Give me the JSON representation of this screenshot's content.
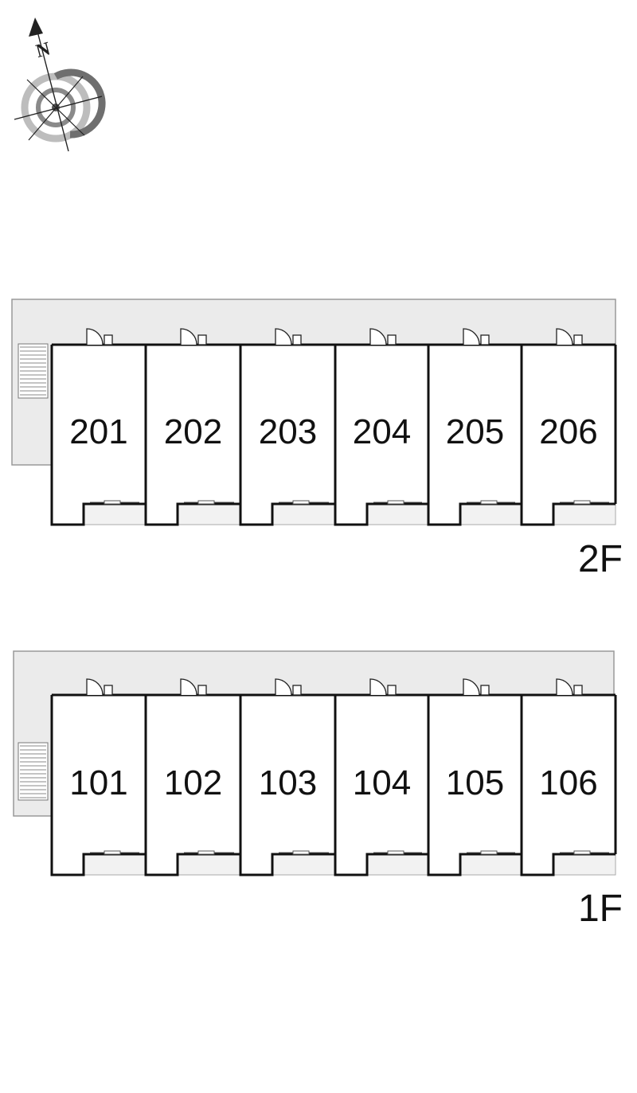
{
  "compass": {
    "north_label": "N",
    "icon": "compass-rose-icon"
  },
  "floors": [
    {
      "label": "2F",
      "units": [
        "201",
        "202",
        "203",
        "204",
        "205",
        "206"
      ]
    },
    {
      "label": "1F",
      "units": [
        "101",
        "102",
        "103",
        "104",
        "105",
        "106"
      ]
    }
  ],
  "colors": {
    "corridor_fill": "#ebebeb",
    "corridor_stroke": "#999999",
    "wall": "#111111",
    "compass_ring_dark": "#6f6f6f",
    "compass_ring_light": "#bdbdbd"
  }
}
